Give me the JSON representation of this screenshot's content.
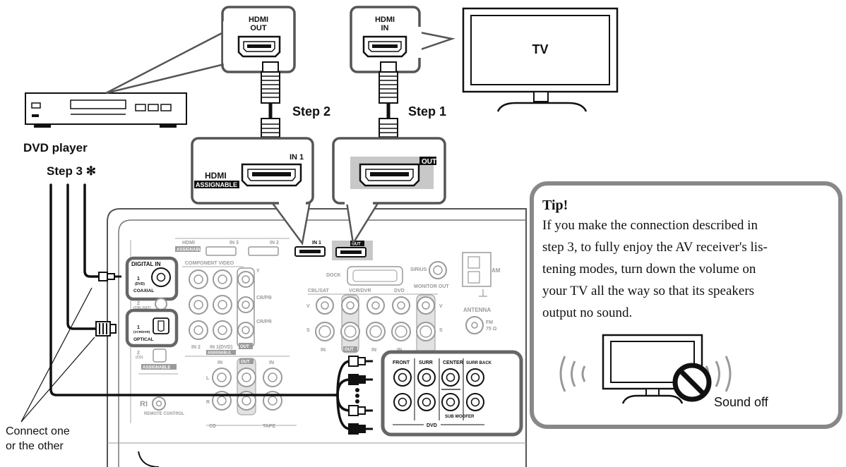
{
  "labels": {
    "hdmi_out": [
      "HDMI",
      "OUT"
    ],
    "hdmi_in": [
      "HDMI",
      "IN"
    ],
    "tv": "TV",
    "step1": "Step 1",
    "step2": "Step 2",
    "step3": "Step 3 ✻",
    "dvd_player": "DVD player",
    "hdmi_assignable_title": "HDMI",
    "assignable": "ASSIGNABLE",
    "in1": "IN 1",
    "out": "OUT",
    "connect_note": [
      "Connect one",
      "or the other"
    ]
  },
  "receiver": {
    "hdmi": "HDMI",
    "assignable": "ASSIGNABLE",
    "in3": "IN 3",
    "in2": "IN 2",
    "in1": "IN 1",
    "out": "OUT",
    "dock": "DOCK",
    "sirius": "SIRIUS",
    "am": "AM",
    "component_video": "COMPONENT VIDEO",
    "y": "Y",
    "cb_pb": "CB/PB",
    "cr_pr": "CR/PR",
    "in2_small": "IN 2",
    "in1_dvd": "IN 1(DVD)",
    "comp_out": "OUT",
    "cbl_sat": "CBL/SAT",
    "vcr_dvr": "VCR/DVR",
    "dvd": "DVD",
    "monitor_out": "MONITOR OUT",
    "v": "V",
    "s": "S",
    "in": "IN",
    "antenna": "ANTENNA",
    "fm": "FM",
    "ohm": "75 Ω",
    "digital_in": "DIGITAL IN",
    "coaxial_num": "1",
    "coaxial_sub": "(DVD)",
    "coaxial": "COAXIAL",
    "coax2_num": "2",
    "coax2_sub": "(CBL/SAT)",
    "optical_num": "1",
    "optical_sub": "(VCR/DVR)",
    "optical": "OPTICAL",
    "opt2_num": "2",
    "opt2_sub": "(CD)",
    "assignable2": "ASSIGNABLE",
    "ri": "RI",
    "remote_control": "REMOTE CONTROL",
    "cd": "CD",
    "tape": "TAPE",
    "l": "L",
    "r": "R",
    "front": "FRONT",
    "surr": "SURR",
    "center": "CENTER",
    "surr_back": "SURR BACK",
    "sub_woofer": "SUB WOOFER",
    "dvd_group": "DVD"
  },
  "tip": {
    "title": "Tip!",
    "lines": [
      "If you make the connection described in",
      "step 3, to fully enjoy the AV receiver's lis-",
      "tening modes, turn down the volume on",
      "your TV all the way so that its speakers",
      "output no sound."
    ],
    "sound_off": "Sound off"
  },
  "icons": [
    "hdmi-port-icon",
    "rca-plug-icon",
    "optical-plug-icon",
    "no-sound-icon",
    "sound-wave-icon",
    "tv-icon",
    "dvd-player-icon"
  ]
}
